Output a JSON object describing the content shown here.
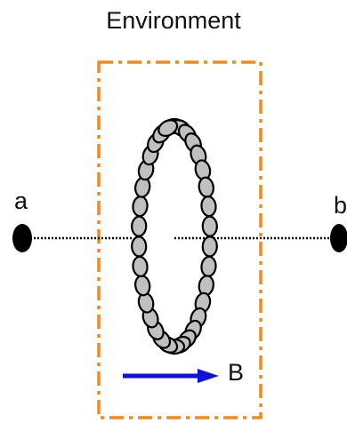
{
  "title": "Environment",
  "labels": {
    "a": "a",
    "b": "b",
    "field": "B"
  },
  "colors": {
    "environment_border": "#f08a18",
    "field_arrow": "#1010e0",
    "bead_fill": "#c0c0c0",
    "outline": "#000000"
  },
  "icons": {
    "ring": "bead-chain-ring",
    "field": "arrow-right"
  }
}
